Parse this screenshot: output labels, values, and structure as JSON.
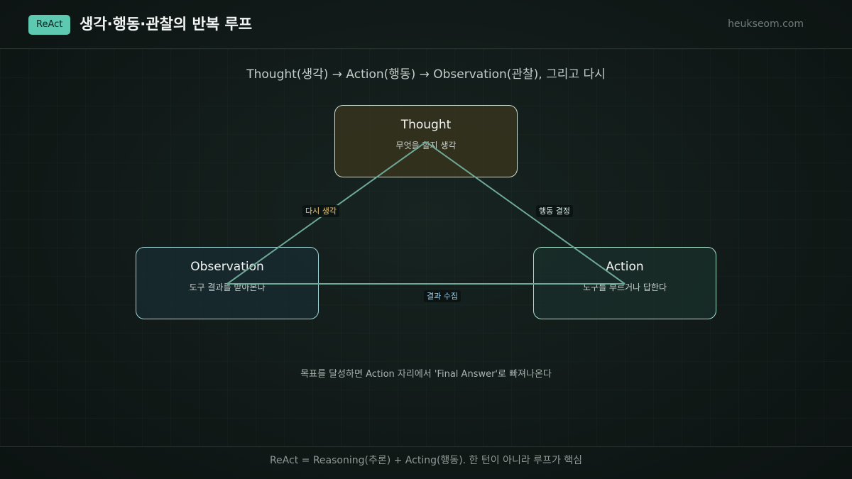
{
  "header": {
    "badge": "ReAct",
    "title": "생각·행동·관찰의 반복 루프",
    "site": "heukseom.com"
  },
  "subtitle": "Thought(생각) → Action(행동) → Observation(관찰), 그리고 다시",
  "nodes": {
    "thought": {
      "title": "Thought",
      "desc": "무엇을 할지 생각"
    },
    "observation": {
      "title": "Observation",
      "desc": "도구 결과를 받아본다"
    },
    "action": {
      "title": "Action",
      "desc": "도구를 부르거나 답한다"
    }
  },
  "edges": {
    "thought_to_action": "행동 결정",
    "action_to_observation": "결과 수집",
    "observation_to_thought": "다시 생각"
  },
  "note": "목표를 달성하면 Action 자리에서 'Final Answer'로 빠져나온다",
  "footer": "ReAct = Reasoning(추론) + Acting(행동). 한 턴이 아니라 루프가 핵심",
  "colors": {
    "accent": "#5cc9b0",
    "edge_line": "#6ea896",
    "rethink_label": "#f0c874",
    "collect_label": "#9ad0ee"
  }
}
